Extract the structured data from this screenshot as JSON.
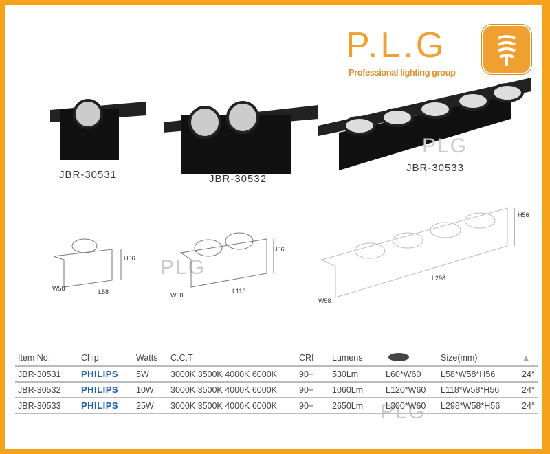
{
  "brand": {
    "name": "P.L.G",
    "tagline": "Professional lighting group",
    "watermark": "PLG",
    "color": "#f0a030"
  },
  "products": [
    {
      "model": "JBR-30531",
      "dims": {
        "w": "W58",
        "l": "L58",
        "h": "H56"
      }
    },
    {
      "model": "JBR-30532",
      "dims": {
        "w": "W58",
        "l": "L118",
        "h": "H56"
      }
    },
    {
      "model": "JBR-30533",
      "dims": {
        "w": "W58",
        "l": "L298",
        "h": "H56"
      }
    }
  ],
  "table": {
    "headers": [
      "Item No.",
      "Chip",
      "Watts",
      "C.C.T",
      "CRI",
      "Lumens",
      "",
      "Size(mm)",
      ""
    ],
    "rows": [
      [
        "JBR-30531",
        "PHILIPS",
        "5W",
        "3000K 3500K 4000K 6000K",
        "90+",
        "530Lm",
        "L60*W60",
        "L58*W58*H56",
        "24°"
      ],
      [
        "JBR-30532",
        "PHILIPS",
        "10W",
        "3000K 3500K 4000K 6000K",
        "90+",
        "1060Lm",
        "L120*W60",
        "L118*W58*H56",
        "24°"
      ],
      [
        "JBR-30533",
        "PHILIPS",
        "25W",
        "3000K 3500K 4000K 6000K",
        "90+",
        "2650Lm",
        "L300*W60",
        "L298*W58*H56",
        "24°"
      ]
    ]
  }
}
